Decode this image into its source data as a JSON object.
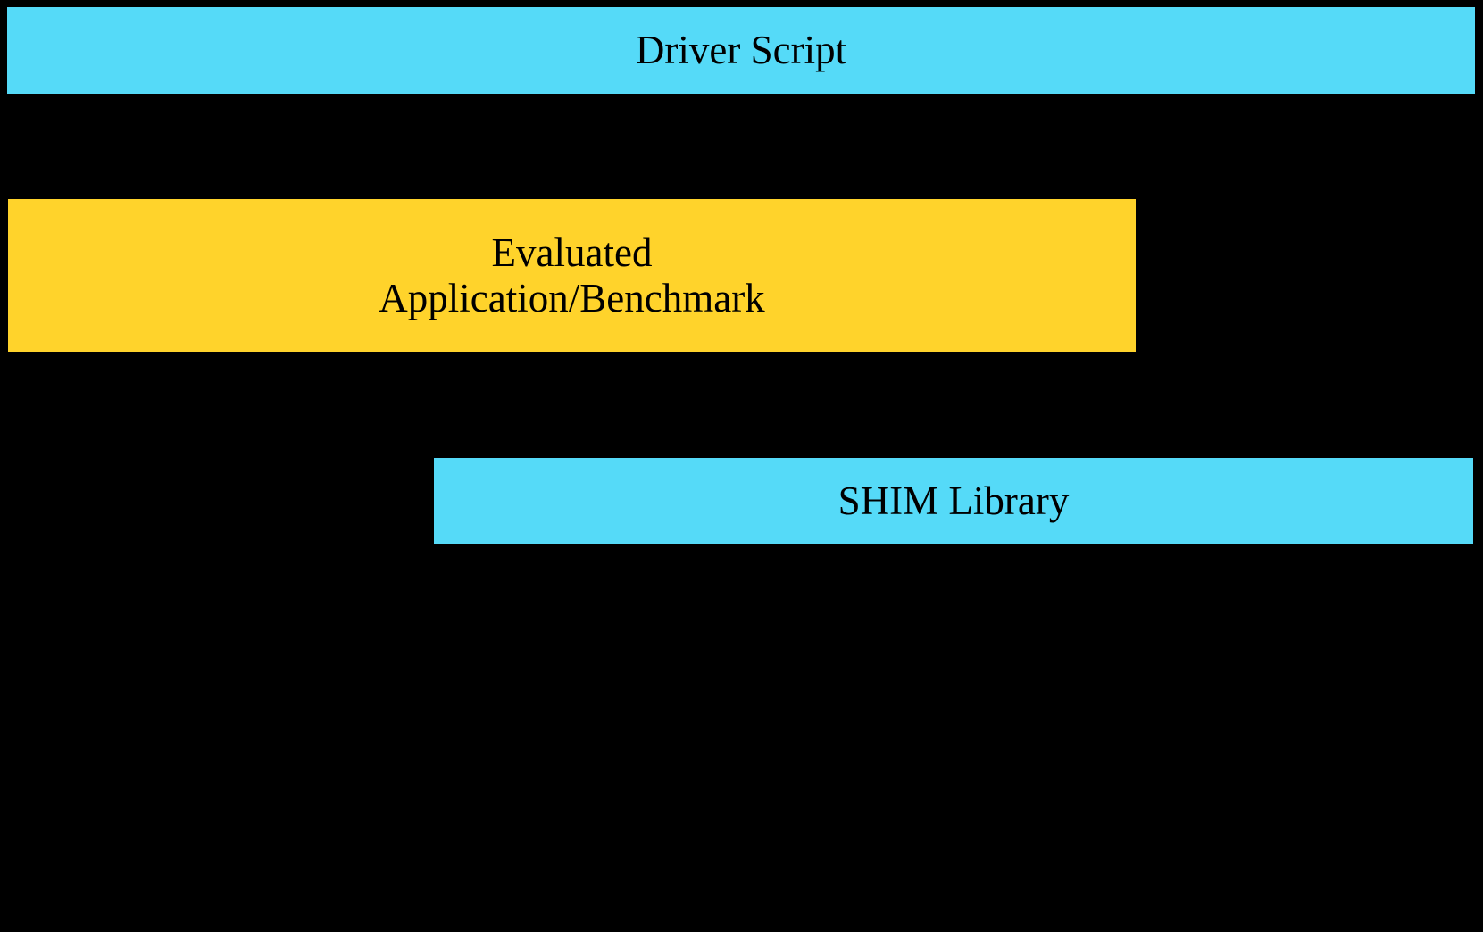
{
  "diagram": {
    "background_color": "#000000",
    "text_color": "#000000",
    "boxes": {
      "driver": {
        "label": "Driver Script",
        "fill": "#55DAF8"
      },
      "evaluated": {
        "label_line1": "Evaluated",
        "label_line2": "Application/Benchmark",
        "fill": "#FFD32B"
      },
      "shim": {
        "label": "SHIM Library",
        "fill": "#55DAF8"
      }
    }
  }
}
